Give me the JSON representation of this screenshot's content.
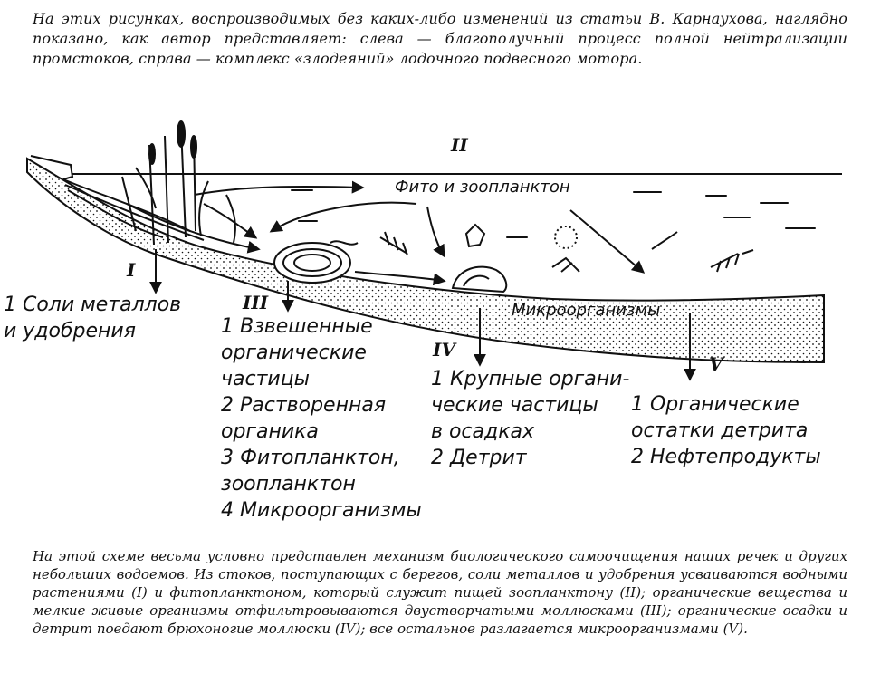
{
  "intro_text": "На этих рисунках, воспроизводимых без каких-либо изменений из статьи В. Карнаухова, наглядно показано, как автор представляет: слева — благополучный процесс полной нейтрализации промстоков, справа — комплекс «злодеяний» лодочного подвесного мотора.",
  "diagram": {
    "zones": {
      "I": "I",
      "II": "II",
      "III": "III",
      "IV": "IV",
      "V": "V"
    },
    "inline_labels": {
      "plankton": "Фито и зоопланктон",
      "microorganisms": "Микроорганизмы"
    },
    "zone_I_items": [
      "1 Соли металлов",
      "и удобрения"
    ],
    "zone_III_items": [
      "1 Взвешенные",
      "органические",
      "частицы",
      "2 Растворенная",
      "органика",
      "3 Фитопланктон,",
      "зоопланктон",
      "4 Микроорганизмы"
    ],
    "zone_IV_items": [
      "1 Крупные органи-",
      "ческие частицы",
      "в осадках",
      "2 Детрит"
    ],
    "zone_V_items": [
      "1 Органические",
      "остатки детрита",
      "2 Нефтепродукты"
    ]
  },
  "caption_text": "На этой схеме весьма условно представлен механизм биологического самоочищения наших речек и других небольших водоемов. Из стоков, поступающих с берегов, соли металлов и удобрения усваиваются водными растениями (I) и фитопланктоном, который служит пищей зоопланктону (II); органические вещества и мелкие живые организмы отфильтровываются двустворчатыми моллюсками (III); органические осадки и детрит поедают брюхоногие моллюски (IV); все остальное разлагается микроорганизмами (V)."
}
